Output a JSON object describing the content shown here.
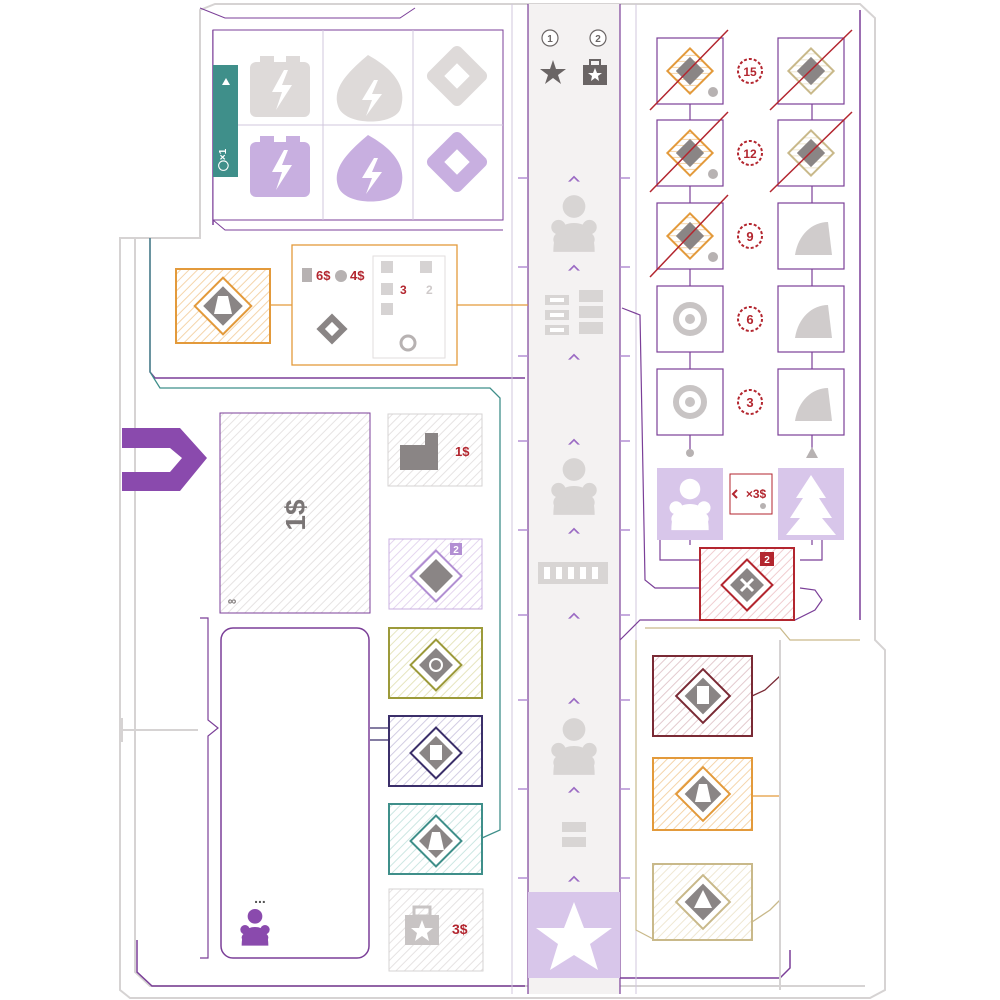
{
  "colors": {
    "purple": "#7b3f98",
    "purple_light": "#d8c6ea",
    "purple_mid": "#b28fd3",
    "teal": "#3f8f8a",
    "teal_light": "#cfe9e6",
    "orange": "#e39a3b",
    "red": "#b3262f",
    "gray": "#8a8585",
    "gray_light": "#e2e0e0",
    "olive": "#9c9a3a",
    "navy": "#3b2f6a",
    "maroon": "#7a2a35",
    "khaki": "#c9b98a"
  },
  "top_panel": {
    "side_label": "◯×1",
    "power_icons_top": [
      "battery-bolt-icon",
      "flame-bolt-icon",
      "diamond-icon"
    ],
    "power_icons_bottom": [
      "battery-bolt-icon",
      "flame-bolt-icon",
      "diamond-icon"
    ]
  },
  "score_header": {
    "rank1_label": "1",
    "rank2_label": "2"
  },
  "market": {
    "energy_cost": "6$",
    "fire_cost": "4$",
    "swap_left": "3",
    "swap_right": "2"
  },
  "big_card": {
    "value": "1$",
    "footer": "∞"
  },
  "build_tile": {
    "cost": "1$"
  },
  "small_tile_badge": "2",
  "bottom_tile": {
    "cost": "3$"
  },
  "dots": "...",
  "wreath_scores": [
    "15",
    "12",
    "9",
    "6",
    "3"
  ],
  "upgrade_center": {
    "label": "×3$"
  },
  "repair_badge": "2"
}
